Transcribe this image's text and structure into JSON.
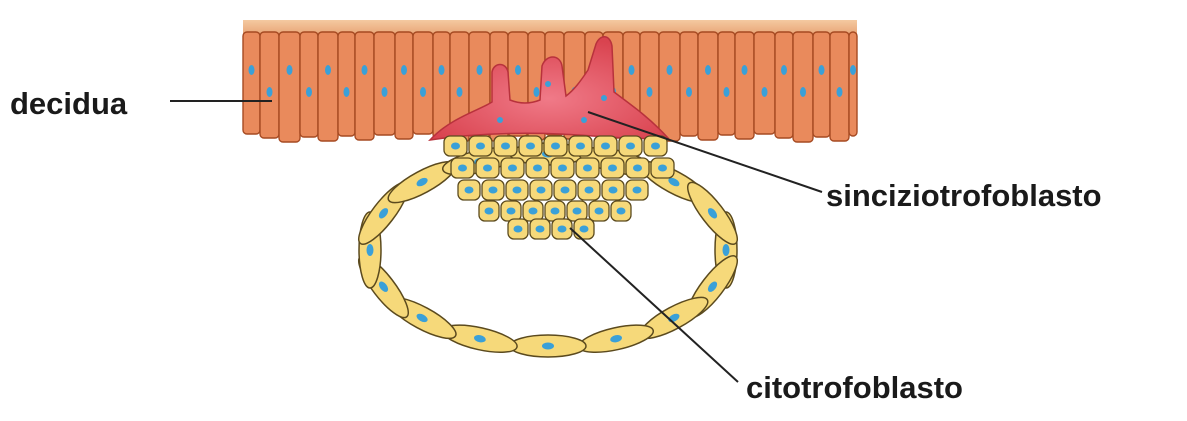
{
  "labels": {
    "decidua": "decidua",
    "sinciziotrofoblasto": "sinciziotrofoblasto",
    "citotrofoblasto": "citotrofoblasto"
  },
  "colors": {
    "decidua_cell": "#e98a5c",
    "decidua_border": "#a64a22",
    "decidua_nucleus": "#3aa0d8",
    "syncytium": "#e8566a",
    "cyto_cell": "#f6d97a",
    "cyto_border": "#5b4a1e",
    "leader": "#222222"
  }
}
